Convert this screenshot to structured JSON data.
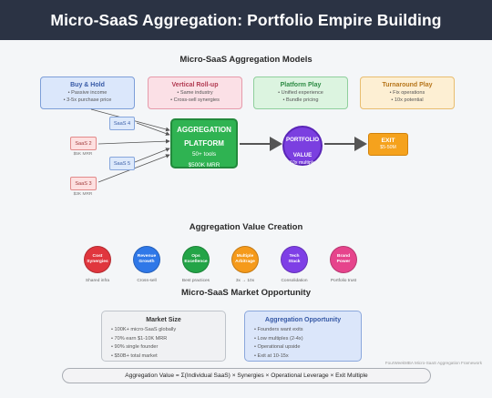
{
  "header": {
    "title": "Micro-SaaS Aggregation: Portfolio Empire Building"
  },
  "models": {
    "title": "Micro-SaaS Aggregation Models",
    "cards": [
      {
        "name": "Buy & Hold",
        "bullets": [
          "• Passive income",
          "• 3-5x purchase price"
        ]
      },
      {
        "name": "Vertical Roll-up",
        "bullets": [
          "• Same industry",
          "• Cross-sell synergies"
        ]
      },
      {
        "name": "Platform Play",
        "bullets": [
          "• Unified experience",
          "• Bundle pricing"
        ]
      },
      {
        "name": "Turnaround Play",
        "bullets": [
          "• Fix operations",
          "• 10x potential"
        ]
      }
    ]
  },
  "flow": {
    "saas_boxes": [
      {
        "label": "SaaS 4"
      },
      {
        "label": "SaaS 2",
        "mrr": "$5K MRR"
      },
      {
        "label": "SaaS 5"
      },
      {
        "label": "SaaS 3",
        "mrr": "$3K MRR"
      }
    ],
    "aggregation": {
      "title_1": "AGGREGATION",
      "title_2": "PLATFORM",
      "line_1": "50+ tools",
      "line_2": "$500K MRR"
    },
    "portfolio": {
      "title_1": "PORTFOLIO",
      "title_2": "VALUE",
      "sub": "10x multiple"
    },
    "exit": {
      "title": "EXIT",
      "value": "$5-50M"
    }
  },
  "value_creation": {
    "title": "Aggregation Value Creation",
    "items": [
      {
        "line_1": "Cost",
        "line_2": "Synergies",
        "label": "Shared infra",
        "color": "#e0363e"
      },
      {
        "line_1": "Revenue",
        "line_2": "Growth",
        "label": "Cross-sell",
        "color": "#2f78e8"
      },
      {
        "line_1": "Ops",
        "line_2": "Excellence",
        "label": "Best practices",
        "color": "#23a447"
      },
      {
        "line_1": "Multiple",
        "line_2": "Arbitrage",
        "label": "3x → 10x",
        "color": "#f59a1b"
      },
      {
        "line_1": "Tech",
        "line_2": "Stack",
        "label": "Consolidation",
        "color": "#7e3fe6"
      },
      {
        "line_1": "Brand",
        "line_2": "Power",
        "label": "Portfolio trust",
        "color": "#e6448c"
      }
    ]
  },
  "market": {
    "title": "Micro-SaaS Market Opportunity",
    "size": {
      "title": "Market Size",
      "bullets": [
        "• 100K+ micro-SaaS globally",
        "• 70% earn $1-10K MRR",
        "• 90% single founder",
        "• $50B+ total market"
      ]
    },
    "opportunity": {
      "title": "Aggregation Opportunity",
      "bullets": [
        "• Founders want exits",
        "• Low multiples (2-4x)",
        "• Operational upside",
        "• Exit at 10-15x"
      ]
    }
  },
  "credit": "FourWeekMBA Micro-SaaS Aggregation Framework",
  "formula": "Aggregation Value = Σ(Individual SaaS) × Synergies × Operational Leverage × Exit Multiple"
}
